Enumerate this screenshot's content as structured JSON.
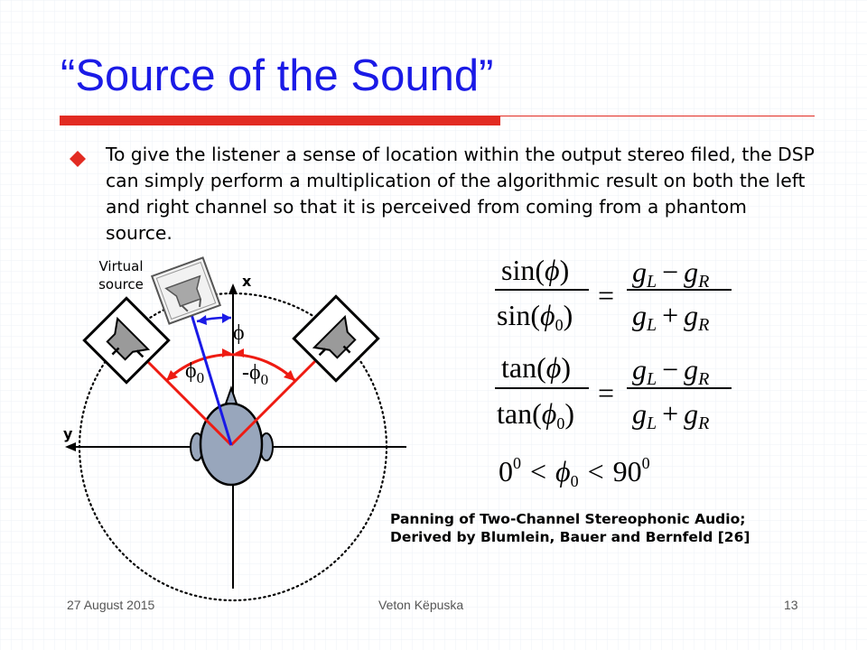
{
  "slide": {
    "title": "“Source of the Sound”",
    "bullet_text": "To give the listener a sense of location within the output stereo filed, the DSP can simply perform a multiplication of the algorithmic result on both the left and right channel so that it is perceived from coming from a phantom source.",
    "caption": "Panning of Two-Channel Stereophonic Audio; Derived by Blumlein, Bauer and Bernfeld [26]",
    "footer": {
      "date": "27 August 2015",
      "author": "Veton Këpuska",
      "page": "13"
    }
  },
  "diagram": {
    "virtual_source_label": "Virtual source",
    "axis_x_label": "x",
    "axis_y_label": "y",
    "phi_label": "ϕ",
    "phi0_label": "ϕ",
    "phi0_sub": "0",
    "neg_phi0_label": "-ϕ",
    "neg_phi0_sub": "0"
  },
  "equations": {
    "sin_num": "sin(",
    "tan_num": "tan(",
    "phi": "ϕ",
    "close": ")",
    "zero": "0",
    "equals": "=",
    "gL": "g",
    "gR": "g",
    "L": "L",
    "R": "R",
    "minus": "−",
    "plus": "+",
    "lt": "<",
    "ninety": "90",
    "deg": "0"
  },
  "colors": {
    "title": "#1a1ae6",
    "accent": "#e22b22",
    "virtual_source_ray": "#1a1ae6",
    "head": "#98a6bc"
  }
}
